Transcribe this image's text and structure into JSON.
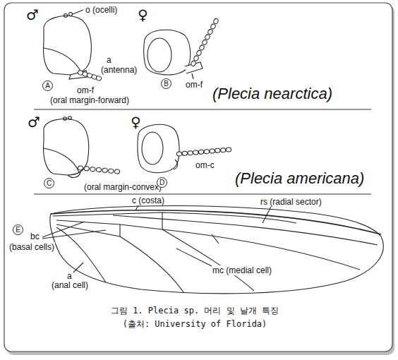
{
  "diagram": {
    "caption": "그림 1. Plecia sp. 머리 및 날개 특징",
    "labels": [
      "♂",
      "o (ocelli)",
      "a",
      "(antenna)",
      "A",
      "om-f",
      "(oral margin-forward)",
      "♀",
      "B",
      "om-f",
      "(Plecia nearctica)",
      "♂",
      "C",
      "(oral margin-convex)",
      "♀",
      "D",
      "om-c",
      "(Plecia americana)",
      "E",
      "c (costa)",
      "rs (radial sector)",
      "bc",
      "(basal cells)",
      "mc (medial cell)",
      "a",
      "(anal cell)",
      "(출처: University of Florida)"
    ]
  }
}
